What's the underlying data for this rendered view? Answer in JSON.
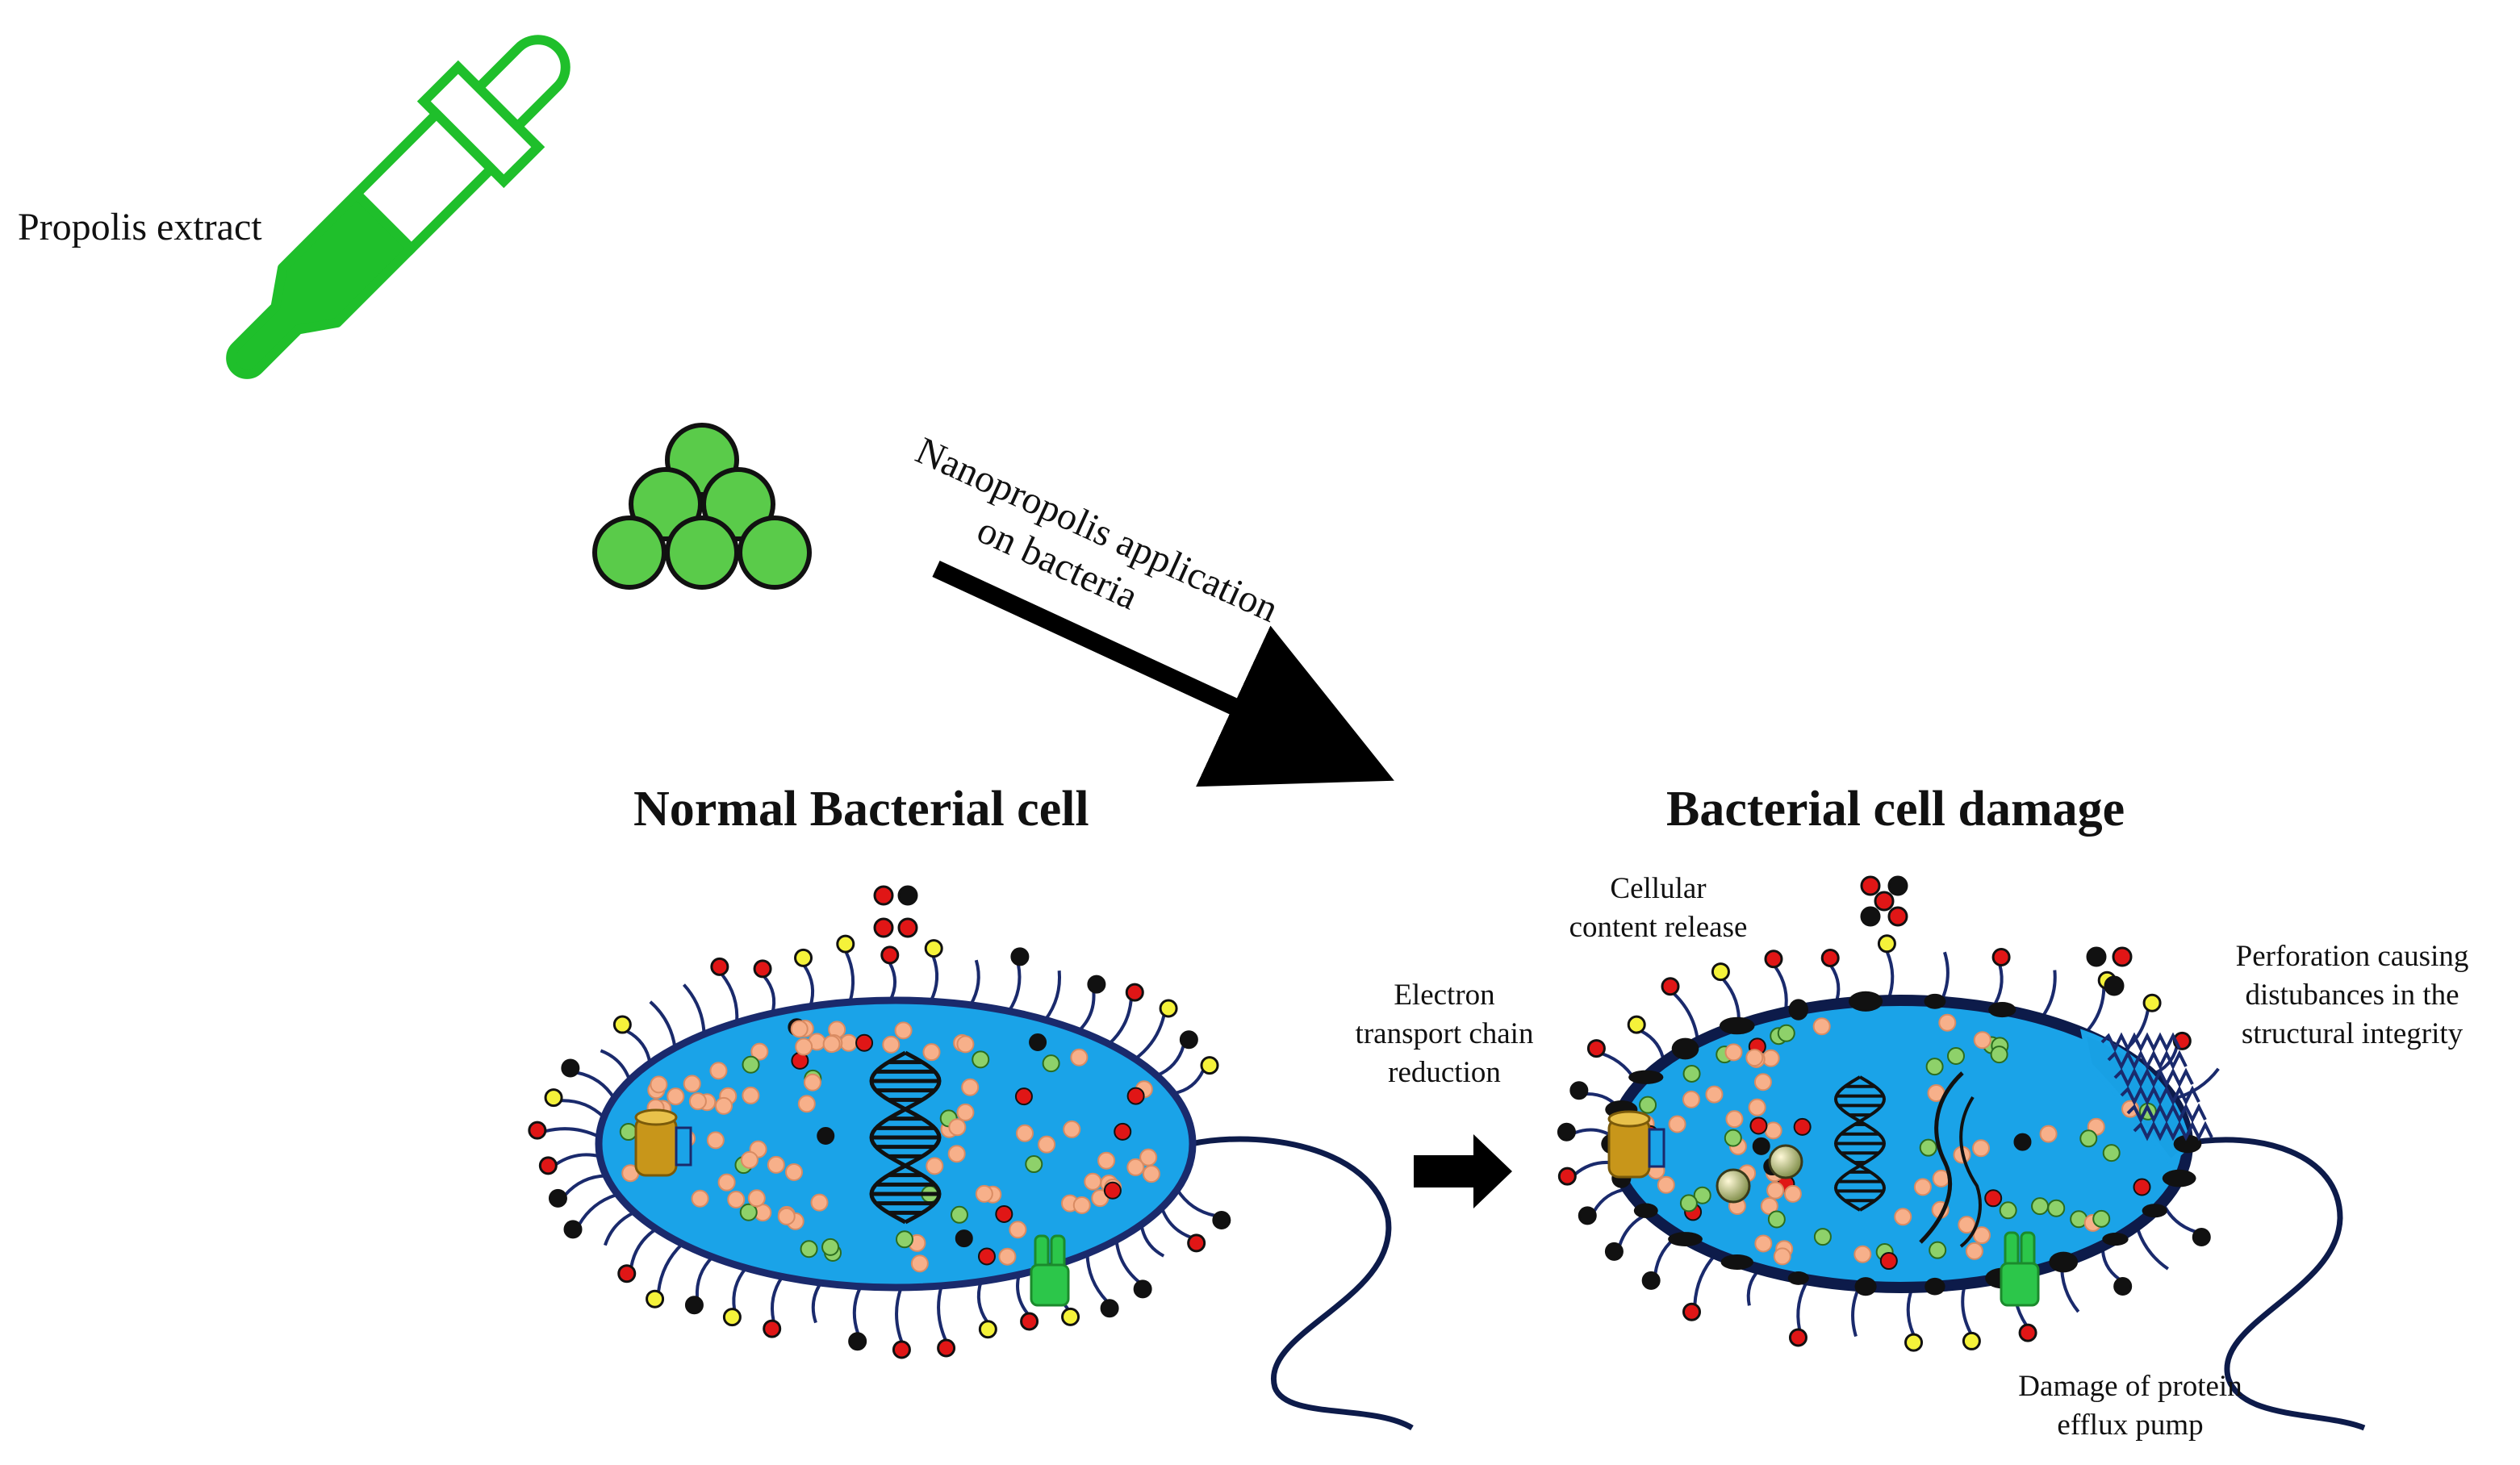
{
  "labels": {
    "propolis_extract": "Propolis extract",
    "application": [
      "Nanopropolis application",
      "on bacteria"
    ],
    "normal_cell": "Normal Bacterial cell",
    "damaged_cell": "Bacterial cell damage",
    "electron_transport": [
      "Electron",
      "transport chain",
      "reduction"
    ],
    "content_release": [
      "Cellular",
      "content release"
    ],
    "perforation": [
      "Perforation causing",
      "distubances in the",
      "structural integrity"
    ],
    "efflux_damage": [
      "Damage of protein",
      "efflux pump"
    ]
  },
  "colors": {
    "outline": "#0d1b4a",
    "membrane": "#1a2a6c",
    "cytoplasm": "#1aa3e8",
    "propolis_green": "#1fbf2b",
    "nanoparticle_green": "#5acb4a",
    "particle_peach": "#f7b08a",
    "particle_green": "#8ed16a",
    "particle_red": "#e01616",
    "particle_yellow": "#f5f23a",
    "particle_black": "#111111",
    "porin_gold": "#c8961a",
    "pump_green": "#2cc64a"
  },
  "icons": [
    "dropper-icon",
    "nanoparticle-cluster-icon",
    "dna-icon",
    "arrow-icon"
  ]
}
